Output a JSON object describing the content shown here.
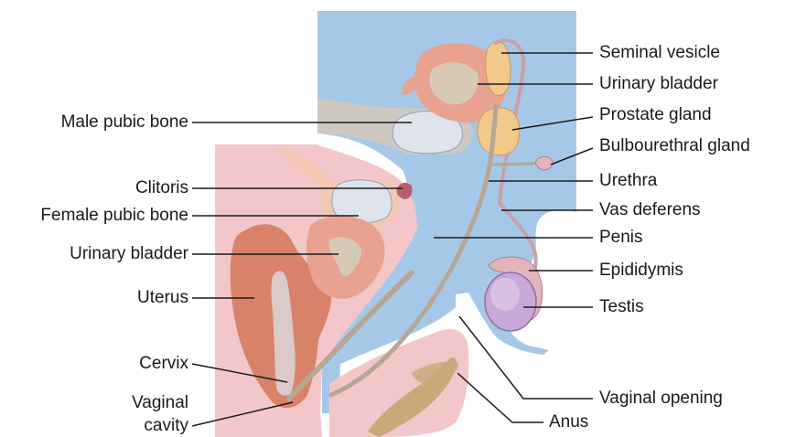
{
  "labels_right": {
    "seminal_vesicle": "Seminal vesicle",
    "urinary_bladder_male": "Urinary bladder",
    "prostate_gland": "Prostate gland",
    "bulbourethral_gland": "Bulbourethral gland",
    "urethra": "Urethra",
    "vas_deferens": "Vas deferens",
    "penis": "Penis",
    "epididymis": "Epididymis",
    "testis": "Testis",
    "vaginal_opening": "Vaginal opening",
    "anus": "Anus"
  },
  "labels_left": {
    "male_pubic_bone": "Male pubic bone",
    "clitoris": "Clitoris",
    "female_pubic_bone": "Female pubic bone",
    "urinary_bladder_female": "Urinary bladder",
    "uterus": "Uterus",
    "cervix": "Cervix",
    "vaginal_cavity_line1": "Vaginal",
    "vaginal_cavity_line2": "cavity"
  },
  "colors": {
    "male_region_bg": "#a6c8e8",
    "female_region_bg": "#f3c7c9",
    "pubic_bone": "#dfe3ec",
    "uterus": "#d9826a",
    "bladder_tissue": "#e9a28f",
    "bladder_inner": "#d8c8b6",
    "gland": "#f2c98a",
    "testis": "#c8a8d8",
    "epididymis": "#e4b4bc",
    "urethra_tube": "#b7a696",
    "leader_line": "#1a1a1a"
  }
}
